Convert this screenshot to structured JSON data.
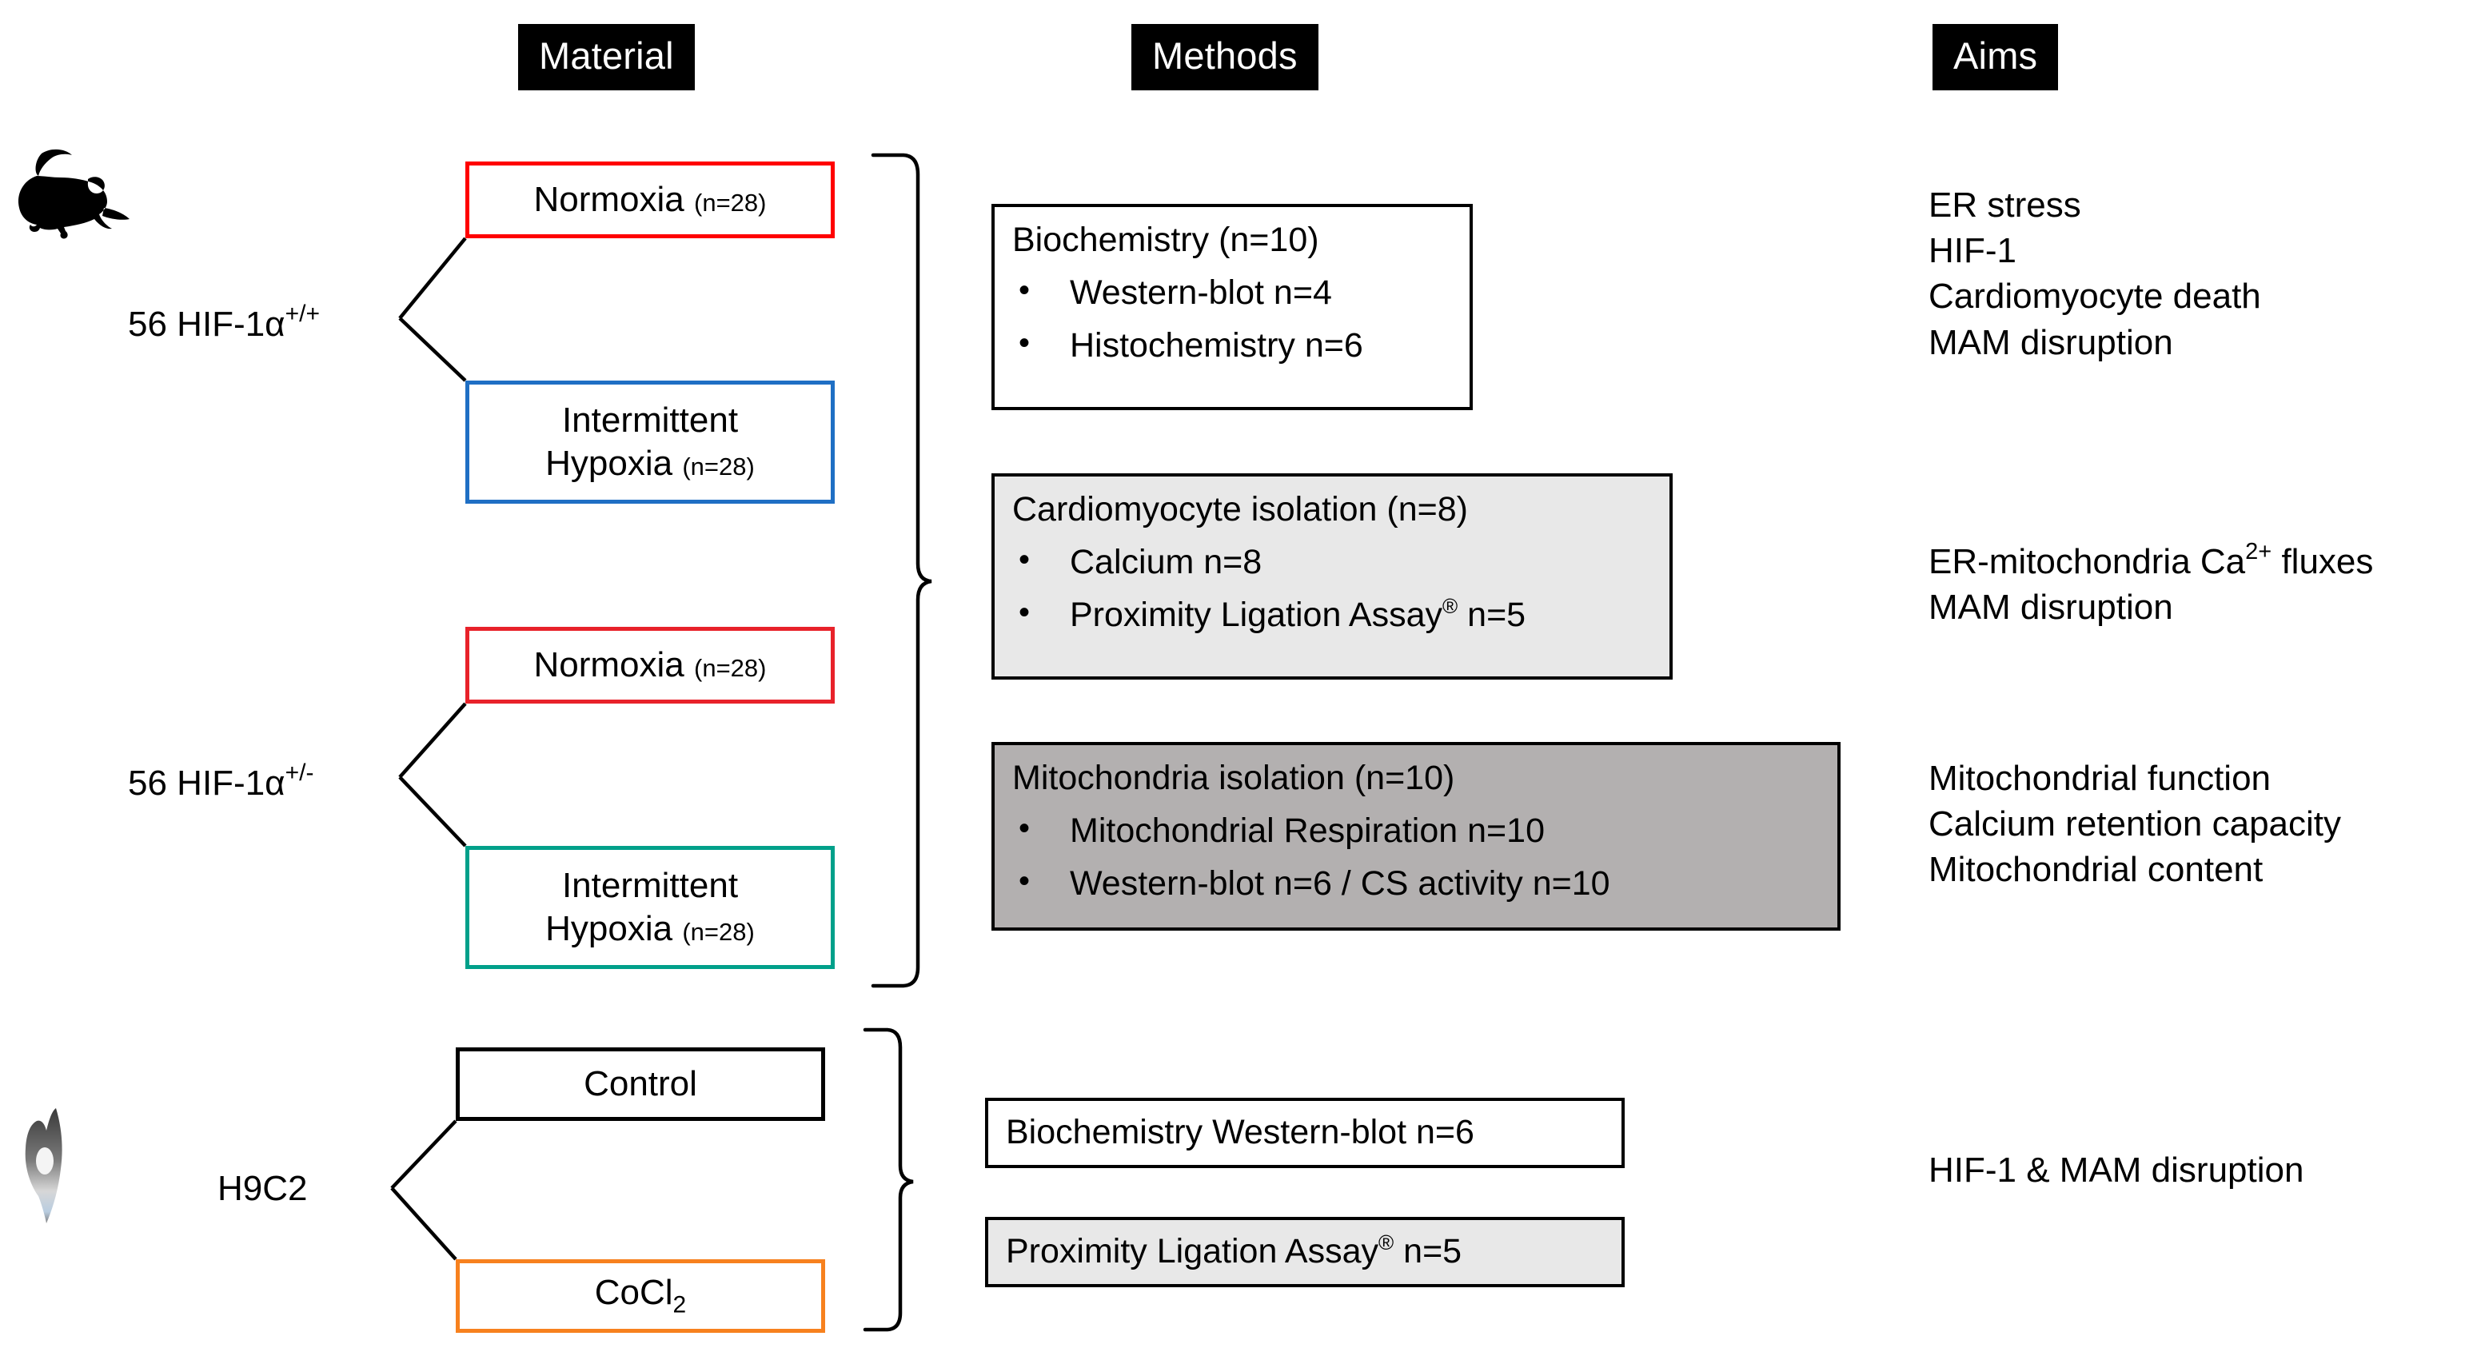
{
  "headers": {
    "material": "Material",
    "methods": "Methods",
    "aims": "Aims"
  },
  "colors": {
    "normoxia_wt_border": "#FF0000",
    "hypoxia_wt_border": "#1F6FC4",
    "normoxia_het_border": "#E8222A",
    "hypoxia_het_border": "#00A08A",
    "control_border": "#000000",
    "cocl2_border": "#F7811E",
    "header_chip_bg": "#000000",
    "shade_light": "#E8E8E8",
    "shade_dark": "#B3B0B0"
  },
  "material": {
    "groups": [
      {
        "icon": "mouse-icon",
        "label_prefix": "56 HIF-1α",
        "label_sup": "+/+",
        "branches": [
          {
            "name": "normoxia-wt",
            "line1": "Normoxia",
            "n": "(n=28)",
            "line2": ""
          },
          {
            "name": "hypoxia-wt",
            "line1": "Intermittent",
            "line2": "Hypoxia",
            "n": "(n=28)"
          }
        ]
      },
      {
        "icon": "mouse-icon",
        "label_prefix": "56 HIF-1α",
        "label_sup": "+/-",
        "branches": [
          {
            "name": "normoxia-het",
            "line1": "Normoxia",
            "n": "(n=28)",
            "line2": ""
          },
          {
            "name": "hypoxia-het",
            "line1": "Intermittent",
            "line2": "Hypoxia",
            "n": "(n=28)"
          }
        ]
      },
      {
        "icon": "cell-icon",
        "label_prefix": "H9C2",
        "label_sup": "",
        "branches": [
          {
            "name": "control",
            "line1": "Control",
            "n": "",
            "line2": ""
          },
          {
            "name": "cocl2",
            "line1": "CoCl",
            "sub": "2",
            "n": "",
            "line2": ""
          }
        ]
      }
    ]
  },
  "methods": {
    "boxes": [
      {
        "name": "biochemistry-box",
        "title": "Biochemistry (n=10)",
        "items": [
          {
            "text": "Western-blot n=4"
          },
          {
            "text": "Histochemistry n=6"
          }
        ],
        "shade": "white"
      },
      {
        "name": "cardiomyocyte-isolation-box",
        "title": "Cardiomyocyte isolation (n=8)",
        "items": [
          {
            "text": "Calcium n=8"
          },
          {
            "text_pre": "Proximity Ligation Assay",
            "reg": "®",
            "text_post": " n=5"
          }
        ],
        "shade": "light"
      },
      {
        "name": "mitochondria-isolation-box",
        "title": "Mitochondria isolation (n=10)",
        "items": [
          {
            "text": "Mitochondrial Respiration n=10"
          },
          {
            "text": "Western-blot n=6 / CS activity n=10"
          }
        ],
        "shade": "dark"
      },
      {
        "name": "biochemistry-western-blot-box",
        "title": "Biochemistry Western-blot n=6",
        "items": [],
        "shade": "white"
      },
      {
        "name": "proximity-ligation-assay-box",
        "title_pre": "Proximity Ligation Assay",
        "reg": "®",
        "title_post": " n=5",
        "items": [],
        "shade": "light"
      }
    ]
  },
  "aims": {
    "groups": [
      {
        "name": "aims-group-1",
        "lines": [
          "ER stress",
          "HIF-1",
          "Cardiomyocyte death",
          "MAM disruption"
        ]
      },
      {
        "name": "aims-group-2",
        "lines_rich": [
          {
            "pre": "ER-mitochondria Ca",
            "sup": "2+",
            "post": " fluxes"
          },
          {
            "pre": "MAM disruption",
            "sup": "",
            "post": ""
          }
        ]
      },
      {
        "name": "aims-group-3",
        "lines": [
          "Mitochondrial function",
          "Calcium retention capacity",
          "Mitochondrial content"
        ]
      },
      {
        "name": "aims-group-4",
        "lines": [
          "HIF-1 & MAM disruption"
        ]
      }
    ]
  }
}
